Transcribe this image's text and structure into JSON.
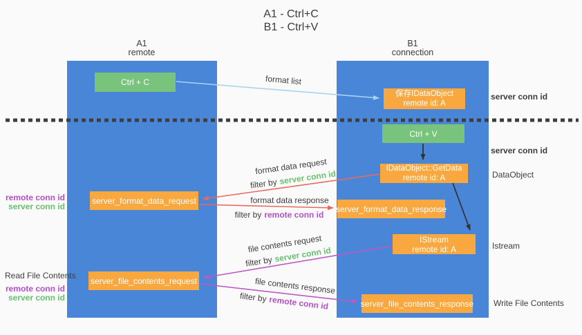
{
  "title": {
    "line1": "A1 - Ctrl+C",
    "line2": "B1 - Ctrl+V"
  },
  "lifelines": {
    "a1": {
      "name": "A1",
      "role": "remote"
    },
    "b1": {
      "name": "B1",
      "role": "connection"
    }
  },
  "boxes": {
    "ctrl_c": {
      "label": "Ctrl + C"
    },
    "ctrl_v": {
      "label": "Ctrl + V"
    },
    "save_dataobject": {
      "line1": "保存IDataObject",
      "line2": "remote id: A"
    },
    "getdata": {
      "line1": "IDataObject::GetData",
      "line2": "remote id: A"
    },
    "istream": {
      "line1": "IStream",
      "line2": "remote id: A"
    },
    "format_request": {
      "label": "server_format_data_request"
    },
    "format_response": {
      "label": "server_format_data_response"
    },
    "file_request": {
      "label": "server_file_contents_request"
    },
    "file_response": {
      "label": "server_file_contents_response"
    }
  },
  "arrow_labels": {
    "format_list": "format list",
    "format_data_request": "format data request",
    "format_data_response": "format data response",
    "file_contents_request": "file contents request",
    "file_contents_response": "file contents response",
    "filter_by": "filter by",
    "server_conn_id": "server conn id",
    "remote_conn_id": "remote conn id"
  },
  "side_labels": {
    "server_conn_id": "server conn id",
    "remote_conn_id": "remote conn id",
    "dataobject": "DataObject",
    "istream": "Istream",
    "read_file_contents": "Read File Contents",
    "write_file_contents": "Write File Contents"
  },
  "colors": {
    "lifeline_blue": "#4a86d8",
    "action_green": "#79c47d",
    "message_orange": "#f8a83e",
    "arrow_red": "#e8695d",
    "arrow_magenta": "#bf57c6",
    "arrow_lightblue": "#a9d3ee",
    "arrow_black": "#333333",
    "text_green": "#67c06c",
    "text_purple": "#b44ec6",
    "text_dark": "#3d3d3d",
    "background": "#fafafa"
  }
}
